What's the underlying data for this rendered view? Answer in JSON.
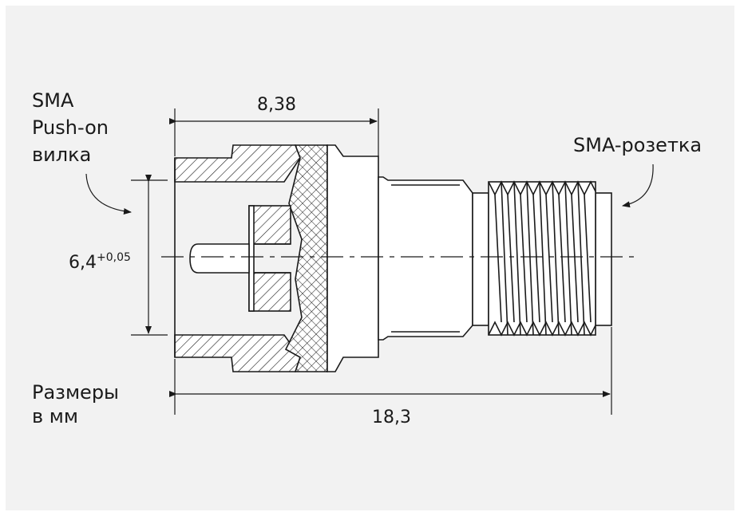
{
  "labels": {
    "plug_line1": "SMA",
    "plug_line2": "Push-on",
    "plug_line3": "вилка",
    "socket": "SMA-розетка",
    "units_line1": "Размеры",
    "units_line2": "в мм"
  },
  "dimensions": {
    "top_width": "8,38",
    "diameter_base": "6,4",
    "diameter_tolerance": "+0,05",
    "total_length": "18,3"
  }
}
